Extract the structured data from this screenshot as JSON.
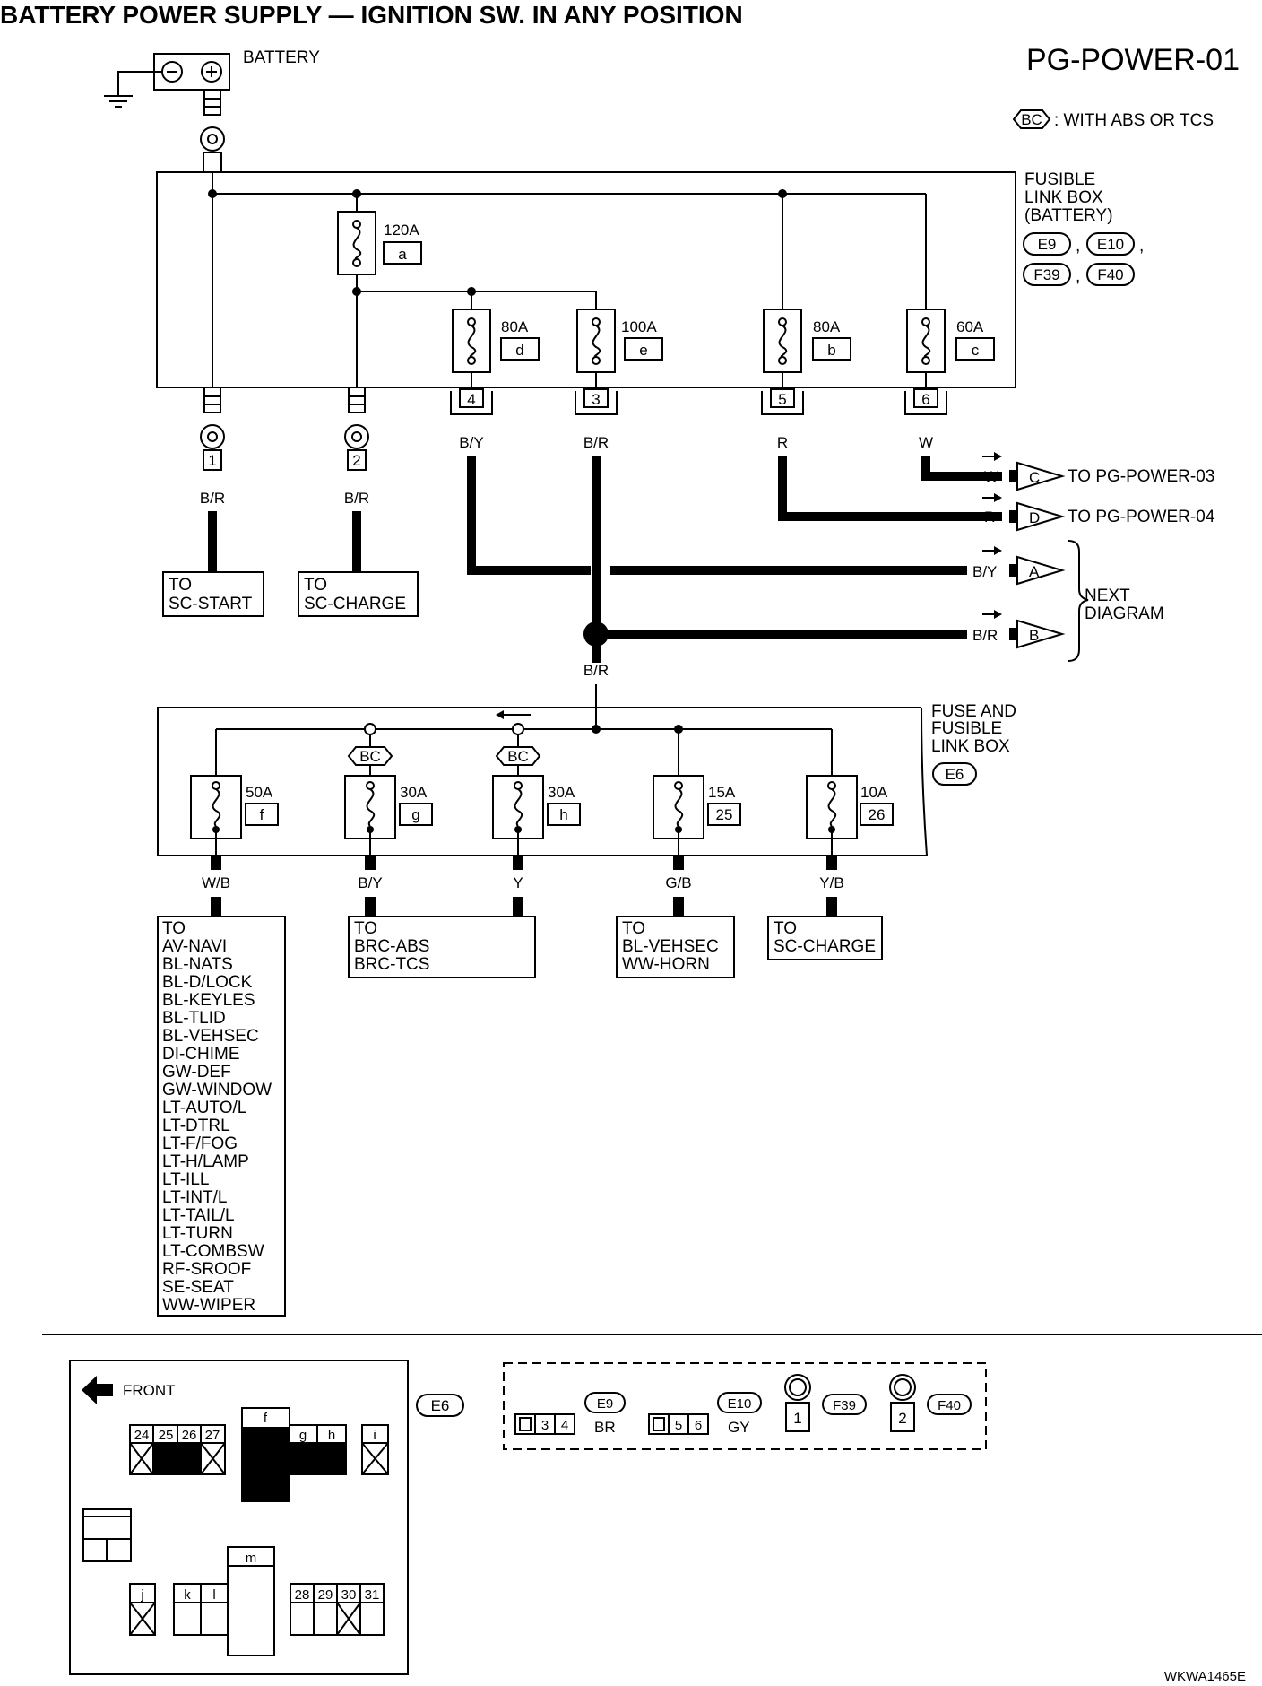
{
  "title": "BATTERY POWER SUPPLY — IGNITION SW. IN ANY POSITION",
  "diagram_code": "PG-POWER-01",
  "legend": {
    "symbol": "BC",
    "text": ": WITH ABS OR TCS"
  },
  "battery_label": "BATTERY",
  "upper_box": {
    "label_lines": [
      "FUSIBLE",
      "LINK BOX",
      "(BATTERY)"
    ],
    "connectors": [
      "E9",
      "E10",
      "F39",
      "F40"
    ],
    "main_fuse": {
      "amp": "120A",
      "id": "a"
    },
    "fuses": [
      {
        "amp": "80A",
        "id": "d",
        "terminal": "4",
        "wire": "B/Y"
      },
      {
        "amp": "100A",
        "id": "e",
        "terminal": "3",
        "wire": "B/R"
      },
      {
        "amp": "80A",
        "id": "b",
        "terminal": "5",
        "wire": "R"
      },
      {
        "amp": "60A",
        "id": "c",
        "terminal": "6",
        "wire": "W"
      }
    ],
    "eyelets": [
      {
        "terminal": "1",
        "wire": "B/R",
        "dest_lines": [
          "TO",
          "SC-START"
        ]
      },
      {
        "terminal": "2",
        "wire": "B/R",
        "dest_lines": [
          "TO",
          "SC-CHARGE"
        ]
      }
    ]
  },
  "offpage": [
    {
      "wire": "W",
      "letter": "C",
      "text": "TO PG-POWER-03"
    },
    {
      "wire": "R",
      "letter": "D",
      "text": "TO PG-POWER-04"
    },
    {
      "wire": "B/Y",
      "letter": "A"
    },
    {
      "wire": "B/R",
      "letter": "B"
    }
  ],
  "next_diagram_lines": [
    "NEXT",
    "DIAGRAM"
  ],
  "br_feed_wire": "B/R",
  "lower_box": {
    "label_lines": [
      "FUSE AND",
      "FUSIBLE",
      "LINK BOX"
    ],
    "connector": "E6",
    "fuses": [
      {
        "amp": "50A",
        "id": "f",
        "wire": "W/B"
      },
      {
        "amp": "30A",
        "id": "g",
        "wire": "B/Y"
      },
      {
        "amp": "30A",
        "id": "h",
        "wire": "Y"
      },
      {
        "amp": "15A",
        "id": "25",
        "wire": "G/B"
      },
      {
        "amp": "10A",
        "id": "26",
        "wire": "Y/B"
      }
    ]
  },
  "destinations": {
    "wb_list": [
      "TO",
      "AV-NAVI",
      "BL-NATS",
      "BL-D/LOCK",
      "BL-KEYLES",
      "BL-TLID",
      "BL-VEHSEC",
      "DI-CHIME",
      "GW-DEF",
      "GW-WINDOW",
      "LT-AUTO/L",
      "LT-DTRL",
      "LT-F/FOG",
      "LT-H/LAMP",
      "LT-ILL",
      "LT-INT/L",
      "LT-TAIL/L",
      "LT-TURN",
      "LT-COMBSW",
      "RF-SROOF",
      "SE-SEAT",
      "WW-WIPER"
    ],
    "brc": [
      "TO",
      "BRC-ABS",
      "BRC-TCS"
    ],
    "vehsec": [
      "TO",
      "BL-VEHSEC",
      "WW-HORN"
    ],
    "charge": [
      "TO",
      "SC-CHARGE"
    ]
  },
  "layout_panel": {
    "front": "FRONT",
    "connector": "E6",
    "row1": [
      "24",
      "25",
      "26",
      "27"
    ],
    "fuse_f": "f",
    "fuse_g": "g",
    "fuse_h": "h",
    "fuse_i": "i",
    "fuse_j": "j",
    "fuse_k": "k",
    "fuse_l": "l",
    "fuse_m": "m",
    "row2": [
      "28",
      "29",
      "30",
      "31"
    ]
  },
  "connector_panel": {
    "e9": {
      "name": "E9",
      "pins": [
        "3",
        "4"
      ],
      "color": "BR"
    },
    "e10": {
      "name": "E10",
      "pins": [
        "5",
        "6"
      ],
      "color": "GY"
    },
    "f39": {
      "name": "F39",
      "pin": "1"
    },
    "f40": {
      "name": "F40",
      "pin": "2"
    }
  },
  "figure_id": "WKWA1465E"
}
